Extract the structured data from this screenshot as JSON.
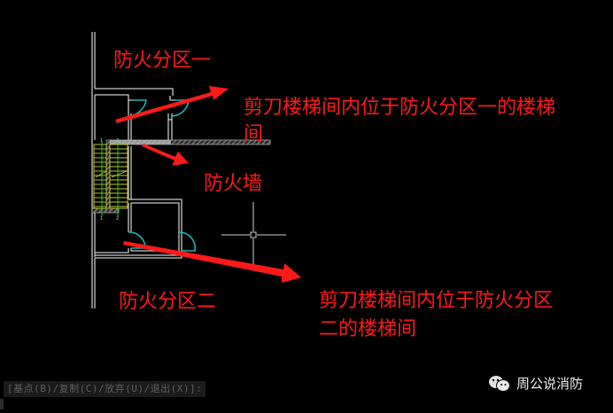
{
  "drawing": {
    "zone_one_label": "防火分区一",
    "zone_two_label": "防火分区二",
    "fire_wall_label": "防火墙",
    "annotation_zone_one": {
      "line1": "剪刀楼梯间内位于防火分区一的楼梯",
      "line2": "间"
    },
    "annotation_zone_two": {
      "line1": "剪刀楼梯间内位于防火分区",
      "line2": "二的楼梯间"
    }
  },
  "command_line": {
    "prompt": "[基点(B)/复制(C)/放弃(U)/退出(X)]:"
  },
  "watermark": {
    "icon": "wechat-icon",
    "text": "周公说消防"
  },
  "colors": {
    "background": "#000000",
    "wall": "#c8c8c8",
    "door": "#19b5b5",
    "stair": "#c8c832",
    "stair_axis": "#00e000",
    "annotation": "#ff1a1a",
    "hatch": "#9a9a9a"
  }
}
